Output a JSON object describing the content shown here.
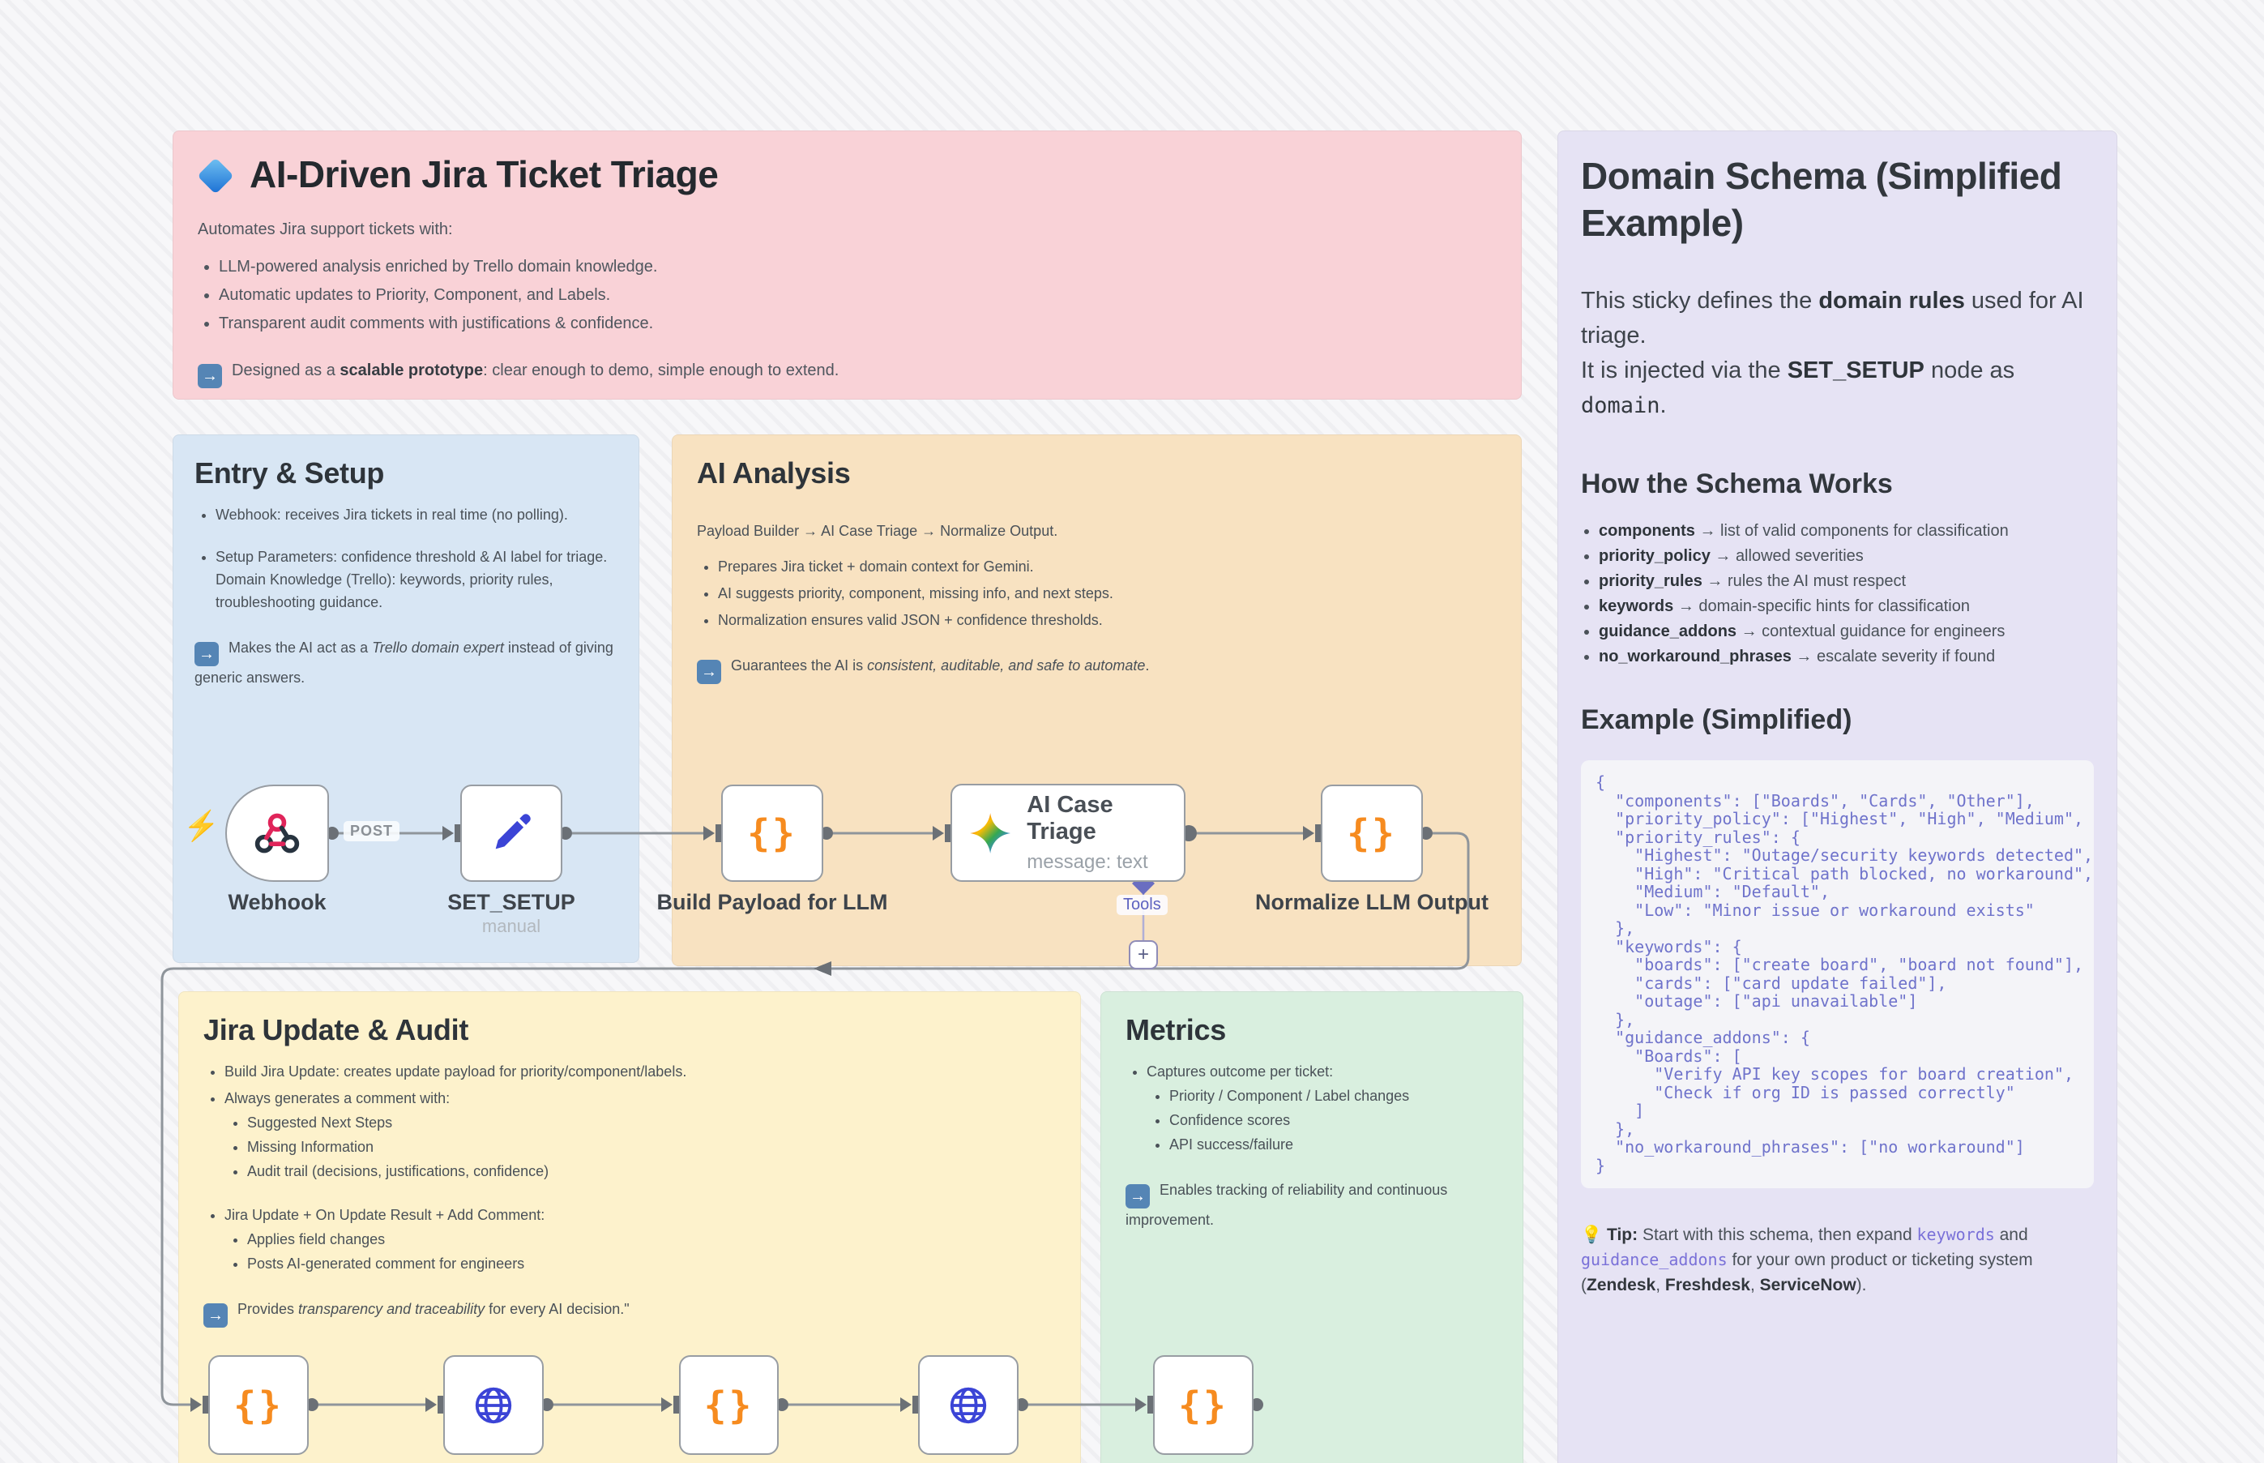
{
  "ui": {
    "note_arrow": "→"
  },
  "icons": {
    "zap": "⚡",
    "braces": "{}",
    "tip_bulb": "💡"
  },
  "stickies": {
    "overview": {
      "title": "AI-Driven Jira Ticket Triage",
      "intro": "Automates Jira support tickets with:",
      "bullets": [
        "LLM-powered analysis enriched by Trello domain knowledge.",
        "Automatic updates to Priority, Component, and Labels.",
        "Transparent audit comments with justifications & confidence."
      ],
      "note": {
        "pre": "Designed as a ",
        "bold": "scalable prototype",
        "post": ": clear enough to demo, simple enough to extend."
      }
    },
    "entry": {
      "title": "Entry & Setup",
      "bullet1": "Webhook: receives Jira tickets in real time (no polling).",
      "bullet2_line1": "Setup Parameters: confidence threshold & AI label for triage.",
      "bullet2_line2": "Domain Knowledge (Trello): keywords, priority rules, troubleshooting guidance.",
      "note": {
        "pre": "Makes the AI act as a ",
        "italic": "Trello domain expert",
        "post": " instead of giving generic answers."
      }
    },
    "analysis": {
      "title": "AI Analysis",
      "flow": "Payload Builder → AI Case Triage → Normalize Output.",
      "bullets": [
        "Prepares Jira ticket + domain context for Gemini.",
        "AI suggests priority, component, missing info, and next steps.",
        "Normalization ensures valid JSON + confidence thresholds."
      ],
      "note": {
        "pre": "Guarantees the AI is ",
        "italic": "consistent, auditable, and safe to automate",
        "post": "."
      }
    },
    "jira": {
      "title": "Jira Update & Audit",
      "bullet1": "Build Jira Update: creates update payload for priority/component/labels.",
      "bullet2": "Always generates a comment with:",
      "bullet2_subs": [
        "Suggested Next Steps",
        "Missing Information",
        "Audit trail (decisions, justifications, confidence)"
      ],
      "bullet3": "Jira Update + On Update Result + Add Comment:",
      "bullet3_subs": [
        "Applies field changes",
        "Posts AI-generated comment for engineers"
      ],
      "note": {
        "pre": "Provides ",
        "italic": "transparency and traceability",
        "post": " for every AI decision.\""
      }
    },
    "metrics": {
      "title": "Metrics",
      "bullet1": "Captures outcome per ticket:",
      "subs": [
        "Priority / Component / Label changes",
        "Confidence scores",
        "API success/failure"
      ],
      "note": "Enables tracking of reliability and continuous improvement."
    },
    "schema": {
      "title": "Domain Schema (Simplified Example)",
      "p1": {
        "pre": "This sticky defines the ",
        "bold": "domain rules",
        "post": " used for AI triage."
      },
      "p2": {
        "pre": "It is injected via the ",
        "bold": "SET_SETUP",
        "mid": " node as ",
        "code": "domain",
        "post": "."
      },
      "how_title": "How the Schema Works",
      "arrow": "→",
      "how_items": [
        {
          "key": "components",
          "desc": "list of valid components for classification"
        },
        {
          "key": "priority_policy",
          "desc": "allowed severities"
        },
        {
          "key": "priority_rules",
          "desc": "rules the AI must respect"
        },
        {
          "key": "keywords",
          "desc": "domain-specific hints for classification"
        },
        {
          "key": "guidance_addons",
          "desc": "contextual guidance for engineers"
        },
        {
          "key": "no_workaround_phrases",
          "desc": "escalate severity if found"
        }
      ],
      "example_title": "Example (Simplified)",
      "code": "{\n  \"components\": [\"Boards\", \"Cards\", \"Other\"],\n  \"priority_policy\": [\"Highest\", \"High\", \"Medium\",\n  \"priority_rules\": {\n    \"Highest\": \"Outage/security keywords detected\",\n    \"High\": \"Critical path blocked, no workaround\",\n    \"Medium\": \"Default\",\n    \"Low\": \"Minor issue or workaround exists\"\n  },\n  \"keywords\": {\n    \"boards\": [\"create board\", \"board not found\"],\n    \"cards\": [\"card update failed\"],\n    \"outage\": [\"api unavailable\"]\n  },\n  \"guidance_addons\": {\n    \"Boards\": [\n      \"Verify API key scopes for board creation\",\n      \"Check if org ID is passed correctly\"\n    ]\n  },\n  \"no_workaround_phrases\": [\"no workaround\"]\n}",
      "tip": {
        "label": "Tip:",
        "t1": " Start with this schema, then expand ",
        "code1": "keywords",
        "t2": " and ",
        "code2": "guidance_addons",
        "t3": " for your own product or ticketing system (",
        "b1": "Zendesk",
        "t4": ", ",
        "b2": "Freshdesk",
        "t5": ", ",
        "b3": "ServiceNow",
        "t6": ")."
      }
    }
  },
  "nodes": {
    "webhook": {
      "label": "Webhook",
      "badge": "POST"
    },
    "set_setup": {
      "label": "SET_SETUP",
      "sub": "manual"
    },
    "build_payload": {
      "label": "Build Payload for LLM"
    },
    "ai_case_triage": {
      "label": "AI Case Triage",
      "sub": "message: text",
      "tools_label": "Tools",
      "plus": "+"
    },
    "normalize": {
      "label": "Normalize LLM Output"
    }
  },
  "colors": {
    "sticky_pink": "#f9d2d7",
    "sticky_blue": "#d8e6f4",
    "sticky_orange": "#f8e2c1",
    "sticky_yellow": "#fdf2cc",
    "sticky_green": "#d9efdf",
    "sticky_purple": "#e6e3f4",
    "code_text": "#6f73cb",
    "wire": "#8f959b",
    "braces_orange": "#f68b1f",
    "node_blue": "#3b44d6",
    "webhook_red": "#e0245a"
  }
}
